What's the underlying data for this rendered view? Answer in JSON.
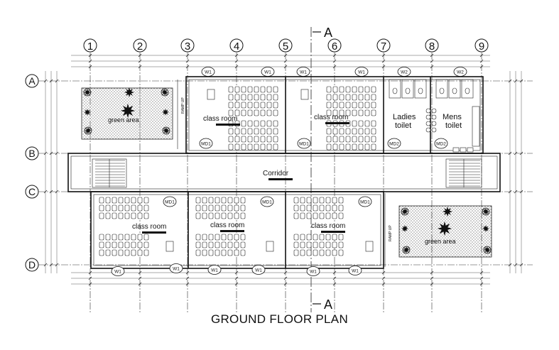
{
  "title": "GROUND FLOOR PLAN",
  "section_marker": "A",
  "column_axes": [
    "1",
    "2",
    "3",
    "4",
    "5",
    "6",
    "7",
    "8",
    "9"
  ],
  "row_axes": [
    "A",
    "B",
    "C",
    "D"
  ],
  "rooms": {
    "class_room": "class room",
    "corridor": "Corridor",
    "ladies_toilet": [
      "Ladies",
      "toilet"
    ],
    "mens_toilet": [
      "Mens",
      "toilet"
    ],
    "green_area": "green area"
  },
  "door_tags": {
    "md1": "MD1",
    "md2": "MD2"
  },
  "window_tags": {
    "w1": "W1",
    "w2": "W2"
  },
  "ramp_label": "RAMP UP",
  "colors": {
    "ink": "#111111",
    "paper": "#ffffff",
    "hatch": "#555555"
  }
}
